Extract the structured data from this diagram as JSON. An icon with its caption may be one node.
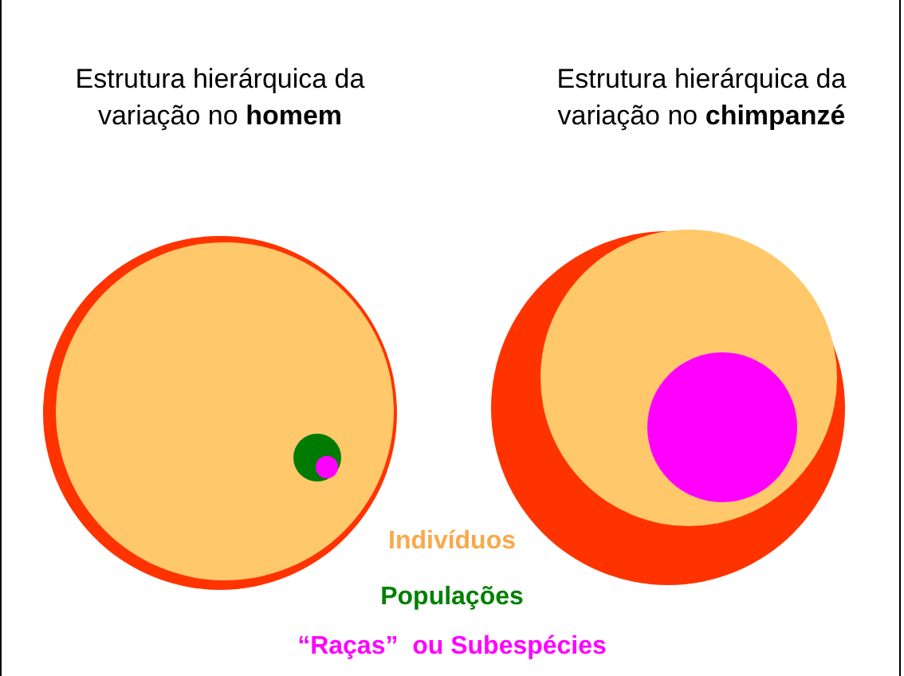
{
  "diagram": {
    "labels": [
      "Estrutura hierárquica da variação no **homem**",
      "Estrutura hierárquica da variação no **chimpanzé**"
    ],
    "legend": [
      {
        "text": "Indivíduos",
        "color": "#f9a94b"
      },
      {
        "text": "Populações",
        "color": "#008000"
      },
      {
        "text": "“Raças”  ou Subespécies",
        "color": "#ff00ff"
      }
    ]
  }
}
